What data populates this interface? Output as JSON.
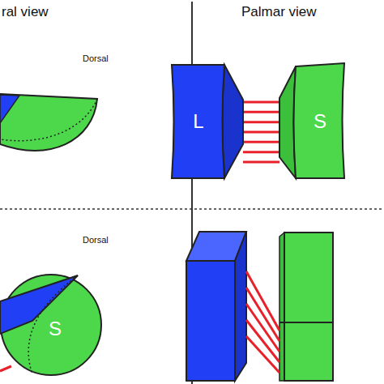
{
  "diagram": {
    "nodes": [
      {
        "text": [
          "L"
        ]
      },
      {
        "text": [
          "S"
        ]
      },
      {
        "text": [
          "S"
        ]
      }
    ],
    "edges": [
      {
        "from": 0,
        "to": 1,
        "arrow": "none"
      }
    ],
    "labels": [
      "ral view",
      "Palmar view",
      "Dorsal",
      "Dorsal"
    ]
  }
}
